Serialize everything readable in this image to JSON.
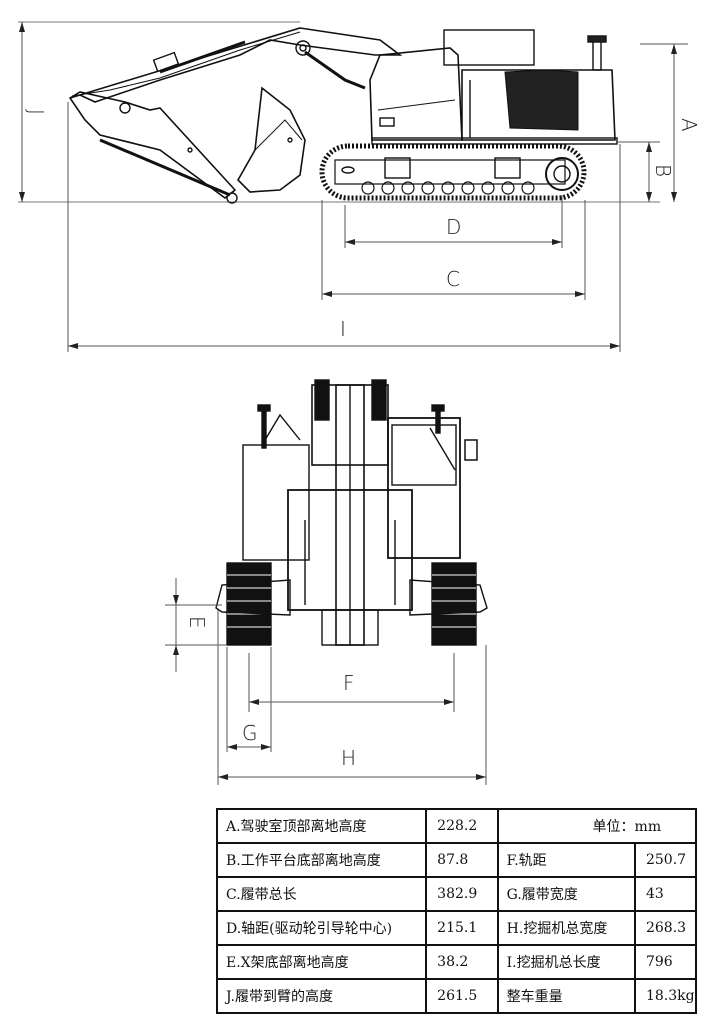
{
  "side_view": {
    "labels": {
      "A": "A",
      "B": "B",
      "C": "C",
      "D": "D",
      "I": "I",
      "J": "J"
    }
  },
  "front_view": {
    "labels": {
      "E": "E",
      "F": "F",
      "G": "G",
      "H": "H"
    }
  },
  "spec_table": {
    "unit_label": "单位：mm",
    "rows": [
      {
        "left_label": "A.驾驶室顶部离地高度",
        "left_value": "228.2"
      },
      {
        "left_label": "B.工作平台底部离地高度",
        "left_value": "87.8",
        "right_label": "F.轨距",
        "right_value": "250.7"
      },
      {
        "left_label": "C.履带总长",
        "left_value": "382.9",
        "right_label": "G.履带宽度",
        "right_value": "43"
      },
      {
        "left_label": "D.轴距(驱动轮引导轮中心)",
        "left_value": "215.1",
        "right_label": "H.挖掘机总宽度",
        "right_value": "268.3"
      },
      {
        "left_label": "E.X架底部离地高度",
        "left_value": "38.2",
        "right_label": "I.挖掘机总长度",
        "right_value": "796"
      },
      {
        "left_label": "J.履带到臂的高度",
        "left_value": "261.5",
        "right_label": "整车重量",
        "right_value": "18.3kg"
      }
    ]
  },
  "colors": {
    "line": "#111111",
    "dim_line": "#555555"
  }
}
